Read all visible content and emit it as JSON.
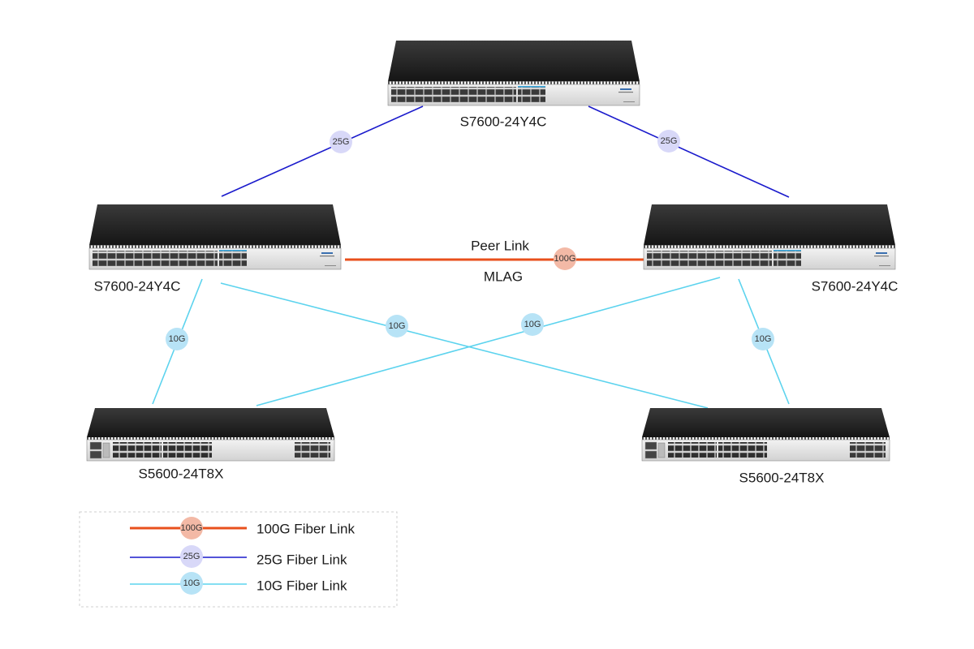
{
  "colors": {
    "link_100g": "#e8501c",
    "link_25g": "#1a1acc",
    "link_10g": "#5cd3ee",
    "badge_100g": "#f3b9a6",
    "badge_25g": "#d8d8f8",
    "badge_10g": "#b7e3f6"
  },
  "devices": {
    "core": {
      "label": "S7600-24Y4C",
      "model": "S7600-24Y4C"
    },
    "agg_left": {
      "label": "S7600-24Y4C",
      "model": "S7600-24Y4C"
    },
    "agg_right": {
      "label": "S7600-24Y4C",
      "model": "S7600-24Y4C"
    },
    "access_left": {
      "label": "S5600-24T8X",
      "model": "S5600-24T8X"
    },
    "access_right": {
      "label": "S5600-24T8X",
      "model": "S5600-24T8X"
    }
  },
  "links": {
    "core_left": {
      "speed": "25G",
      "type": "25g"
    },
    "core_right": {
      "speed": "25G",
      "type": "25g"
    },
    "peer": {
      "speed": "100G",
      "type": "100g",
      "label_top": "Peer Link",
      "label_bottom": "MLAG"
    },
    "left_down": {
      "speed": "10G",
      "type": "10g"
    },
    "left_cross": {
      "speed": "10G",
      "type": "10g"
    },
    "right_cross": {
      "speed": "10G",
      "type": "10g"
    },
    "right_down": {
      "speed": "10G",
      "type": "10g"
    }
  },
  "legend": {
    "items": [
      {
        "badge": "100G",
        "label": "100G Fiber Link",
        "type": "100g"
      },
      {
        "badge": "25G",
        "label": "25G Fiber Link",
        "type": "25g"
      },
      {
        "badge": "10G",
        "label": "10G Fiber Link",
        "type": "10g"
      }
    ]
  }
}
